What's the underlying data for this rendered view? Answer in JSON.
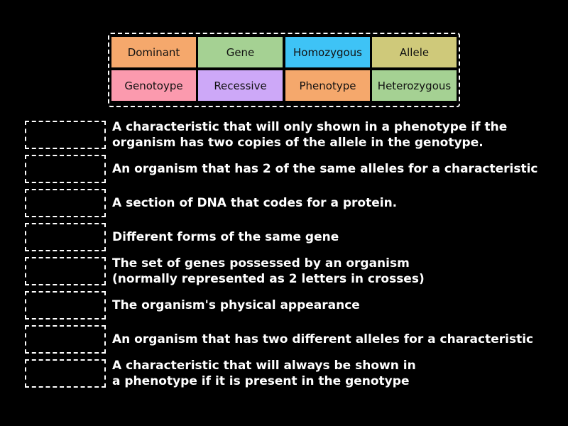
{
  "tiles": [
    {
      "label": "Dominant",
      "color": "#f5a86c"
    },
    {
      "label": "Gene",
      "color": "#a5d193"
    },
    {
      "label": "Homozygous",
      "color": "#3ec3f6"
    },
    {
      "label": "Allele",
      "color": "#cfc97a"
    },
    {
      "label": "Genotoype",
      "color": "#fb9aae"
    },
    {
      "label": "Recessive",
      "color": "#cda8f8"
    },
    {
      "label": "Phenotype",
      "color": "#f5a86c"
    },
    {
      "label": "Heterozygous",
      "color": "#a5d193"
    }
  ],
  "clues": [
    "A characteristic that will only shown in a phenotype if the\norganism has two copies of the allele in the genotype.",
    "An organism that has 2 of the same alleles for a characteristic",
    "A section of DNA that codes for a protein.",
    "Different forms of the same gene",
    "The set of genes possessed by an organism\n(normally represented as 2 letters in crosses)",
    "The organism's physical appearance",
    "An organism that has two different alleles for a characteristic",
    "A characteristic that will always be shown in\na phenotype if it is present in the genotype"
  ]
}
